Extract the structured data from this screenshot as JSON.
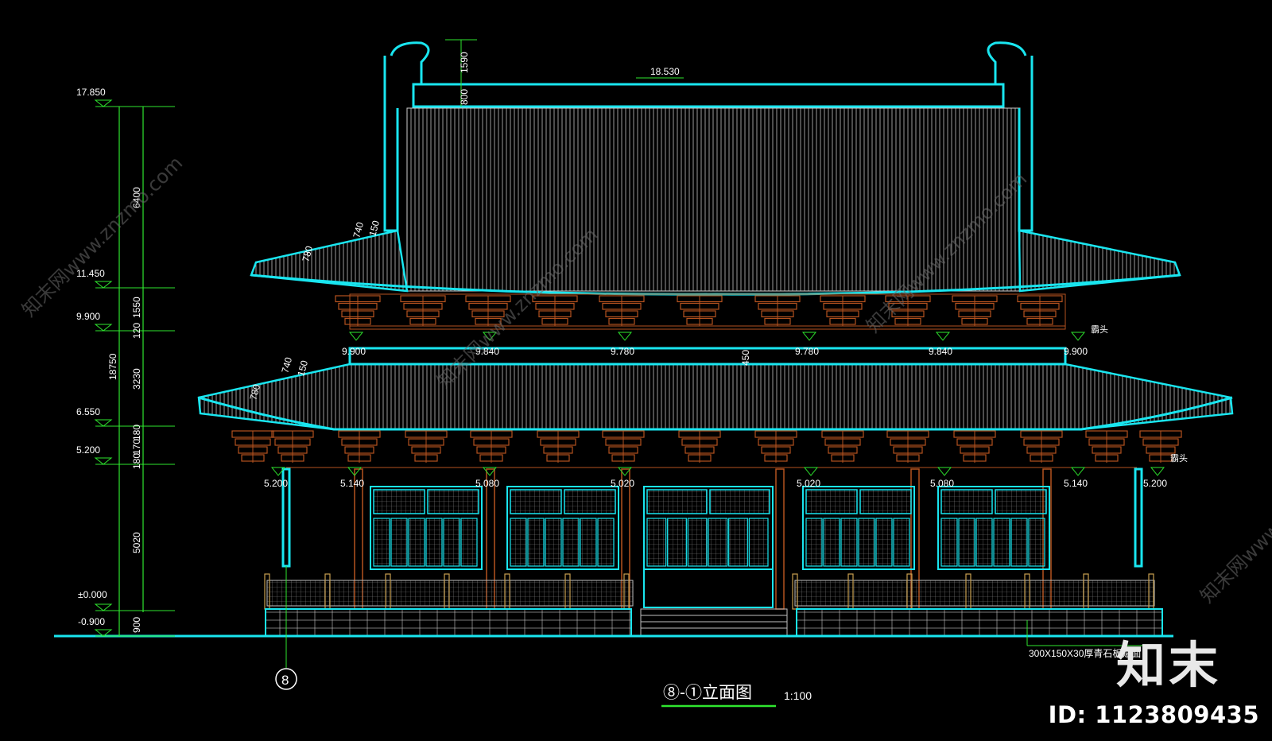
{
  "drawing": {
    "title": "⑧-①立面图",
    "scale": "1:100",
    "grid_axis": "8",
    "ridge_elevation": "18.530",
    "material_note": "300X150X30厚青石板贴面",
    "beam_head_note": "霸头"
  },
  "left_levels": [
    "17.850",
    "11.450",
    "9.900",
    "6.550",
    "5.200",
    "±0.000",
    "-0.900"
  ],
  "left_dims": [
    "6400",
    "1550",
    "120",
    "18750",
    "3230",
    "180",
    "170",
    "180",
    "5020",
    "900"
  ],
  "upper_dims": [
    "1590",
    "800",
    "740",
    "150",
    "780"
  ],
  "lower_roof_dims": [
    "740",
    "150",
    "780"
  ],
  "center_dim": "450",
  "upper_eave_elevations": [
    "9.900",
    "9.840",
    "9.780",
    "9.780",
    "9.840",
    "9.900"
  ],
  "lower_eave_elevations": [
    "5.200",
    "5.140",
    "5.080",
    "5.020",
    "5.020",
    "5.080",
    "5.140",
    "5.200"
  ],
  "watermarks": [
    "知末网www.znzmo.com"
  ],
  "branding": {
    "logo": "知末",
    "id_label": "ID: 1123809435"
  },
  "colors": {
    "cyan": "#19e6f0",
    "roof": "#bfbfbf",
    "bracket": "#b4521f",
    "dim": "#2ee62e",
    "bg": "#000000"
  }
}
